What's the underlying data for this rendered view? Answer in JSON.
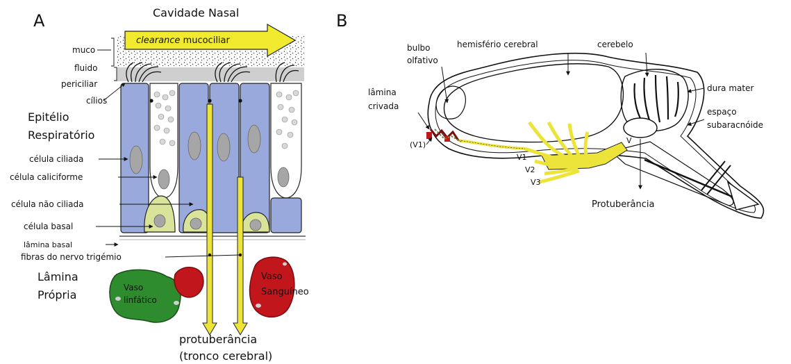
{
  "panel_a": {
    "letter": "A",
    "title": "Cavidade Nasal",
    "clearance_italic": "clearance",
    "clearance_rest": " mucociliar",
    "muco": "muco",
    "fluido": "fluido",
    "periciliar": "periciliar",
    "cilios": "cílios",
    "epitelio_1": "Epitélio",
    "epitelio_2": "Respiratório",
    "celula_ciliada": "célula ciliada",
    "celula_caliciforme": "célula caliciforme",
    "celula_nao_ciliada": "célula não ciliada",
    "celula_basal": "célula basal",
    "lamina_basal": "lâmina basal",
    "fibras": "fibras do nervo trigémio",
    "lamina_propria_1": "Lâmina",
    "lamina_propria_2": "Própria",
    "vaso_linfatico_1": "Vaso",
    "vaso_linfatico_2": "linfático",
    "vaso_sanguineo_1": "Vaso",
    "vaso_sanguineo_2": "Sanguíneo",
    "protuberancia_1": "protuberância",
    "protuberancia_2": "(tronco cerebral)"
  },
  "panel_b": {
    "letter": "B",
    "bulbo_1": "bulbo",
    "bulbo_2": "olfativo",
    "hemisferio": "hemisfério cerebral",
    "cerebelo": "cerebelo",
    "lamina_1": "lâmina",
    "lamina_2": "crivada",
    "dura": "dura mater",
    "espaco_1": "espaço",
    "espaco_2": "subaracnóide",
    "v1": "V1",
    "v1_paren": "(V1)",
    "v2": "V2",
    "v3": "V3",
    "v": "V",
    "protuberancia": "Protuberância"
  },
  "colors": {
    "cell_blue": "#9aa9dc",
    "nucleus_gray": "#a6a6a6",
    "basal_yellow": "#d9e39a",
    "nerve_yellow": "#ece43a",
    "arrow_yellow": "#f2ea2e",
    "lymph_green": "#2e8b2e",
    "blood_red": "#c0161c"
  }
}
